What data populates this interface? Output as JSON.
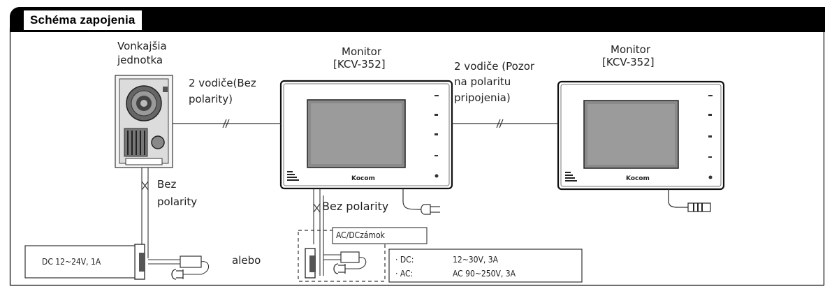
{
  "header": {
    "title": "Schéma zapojenia"
  },
  "door_unit": {
    "label_line1": "Vonkajšia",
    "label_line2": "jednotka"
  },
  "monitor1": {
    "label_line1": "Monitor",
    "label_line2": "[KCV-352]",
    "brand": "Kocom"
  },
  "monitor2": {
    "label_line1": "Monitor",
    "label_line2": "[KCV-352]",
    "brand": "Kocom"
  },
  "wires": {
    "left_line1": "2 vodiče(Bez",
    "left_line2": "polarity)",
    "right_line1": "2 vodiče (Pozor",
    "right_line2": "na polaritu",
    "right_line3": "pripojenia)",
    "door_down_line1": "Bez",
    "door_down_line2": "polarity",
    "monitor_down": "Bez polarity"
  },
  "power_left": {
    "spec": "DC 12~24V, 1A",
    "or_label": "alebo"
  },
  "lock": {
    "label": "AC/DCzámok"
  },
  "power_spec": {
    "dc_label": "· DC:",
    "dc_value": "12~30V, 3A",
    "ac_label": "· AC:",
    "ac_value": "AC 90~250V, 3A"
  }
}
